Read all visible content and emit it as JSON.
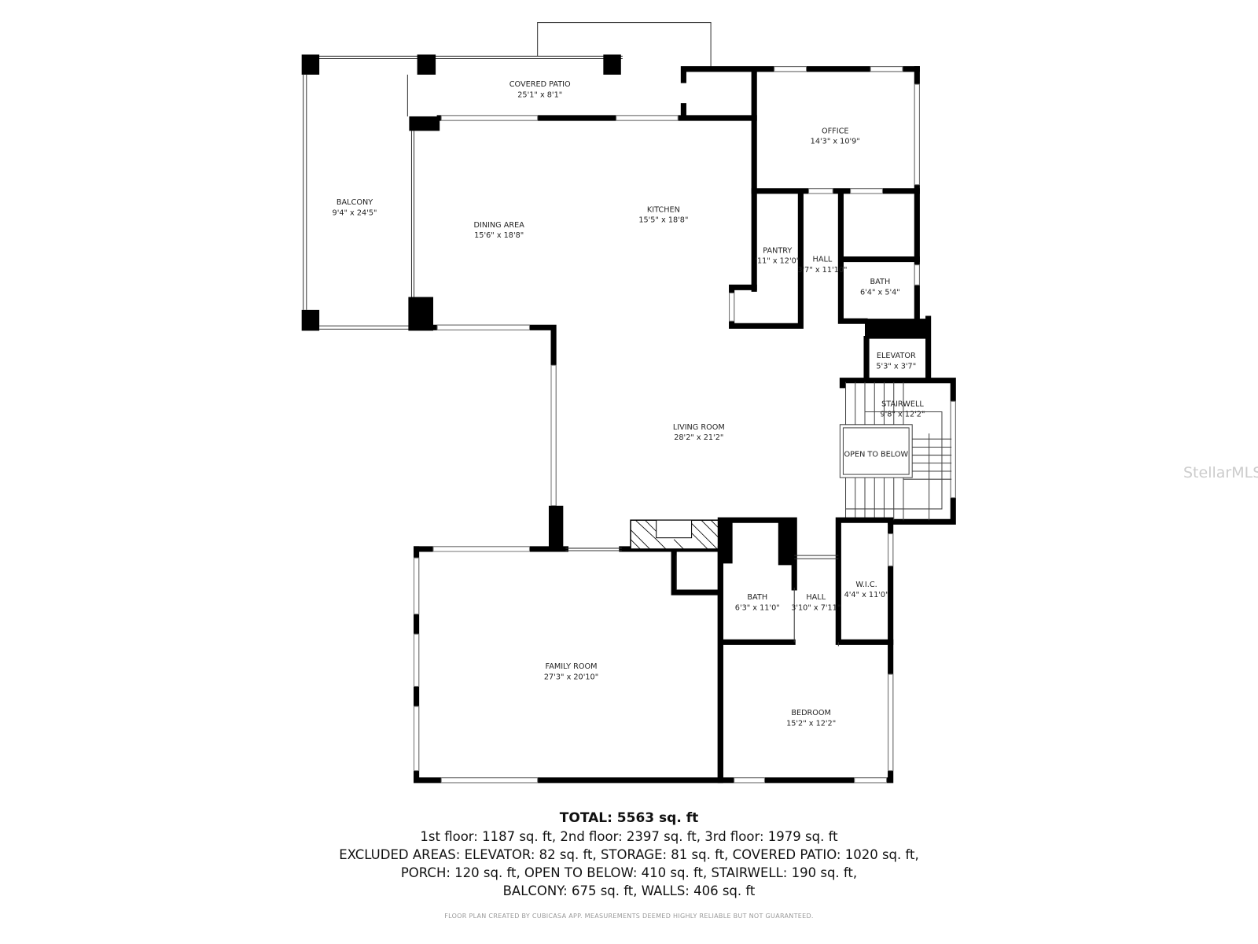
{
  "rooms": [
    {
      "name": "COVERED PATIO",
      "size": "25'1\" x 8'1\""
    },
    {
      "name": "OFFICE",
      "size": "14'3\" x 10'9\""
    },
    {
      "name": "BALCONY",
      "size": "9'4\" x 24'5\""
    },
    {
      "name": "KITCHEN",
      "size": "15'5\" x 18'8\""
    },
    {
      "name": "DINING AREA",
      "size": "15'6\" x 18'8\""
    },
    {
      "name": "PANTRY",
      "size": "'11\" x 12'0\""
    },
    {
      "name": "HALL",
      "size": "3'7\" x 11'10\""
    },
    {
      "name": "BATH",
      "size": "6'4\" x 5'4\""
    },
    {
      "name": "ELEVATOR",
      "size": "5'3\" x 3'7\""
    },
    {
      "name": "STAIRWELL",
      "size": "9'8\" x 12'2\""
    },
    {
      "name": "OPEN TO BELOW",
      "size": ""
    },
    {
      "name": "LIVING ROOM",
      "size": "28'2\" x 21'2\""
    },
    {
      "name": "BATH",
      "size": "6'3\" x 11'0\""
    },
    {
      "name": "HALL",
      "size": "3'10\" x 7'11\""
    },
    {
      "name": "W.I.C.",
      "size": "4'4\" x 11'0\""
    },
    {
      "name": "FAMILY ROOM",
      "size": "27'3\" x 20'10\""
    },
    {
      "name": "BEDROOM",
      "size": "15'2\" x 12'2\""
    }
  ],
  "summary": {
    "total": "TOTAL: 5563 sq. ft",
    "lines": [
      "1st floor: 1187 sq. ft, 2nd floor: 2397 sq. ft, 3rd floor: 1979 sq. ft",
      "EXCLUDED AREAS: ELEVATOR: 82 sq. ft, STORAGE: 81 sq. ft, COVERED PATIO: 1020 sq. ft,",
      "PORCH: 120 sq. ft, OPEN TO BELOW: 410 sq. ft, STAIRWELL: 190 sq. ft,",
      "BALCONY: 675 sq. ft, WALLS: 406 sq. ft"
    ],
    "disclaimer": "FLOOR PLAN CREATED BY CUBICASA APP. MEASUREMENTS DEEMED HIGHLY RELIABLE BUT NOT GUARANTEED."
  },
  "watermark": "StellarMLS"
}
